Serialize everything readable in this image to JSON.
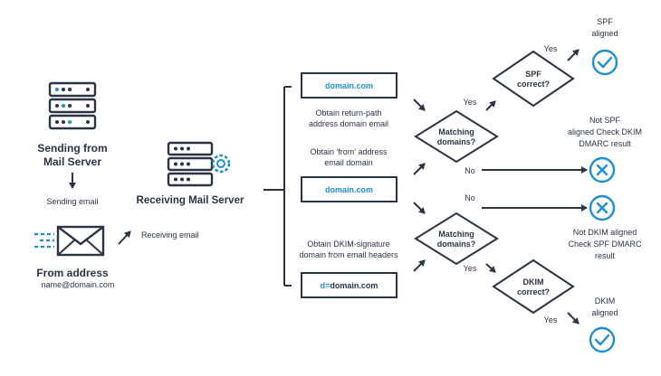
{
  "colors": {
    "ink": "#2b3445",
    "accent": "#1d8fd1",
    "stroke": "#2b3445"
  },
  "sender": {
    "title_line1": "Sending from",
    "title_line2": "Mail Server",
    "icon": "server-icon"
  },
  "receiver": {
    "title": "Receiving Mail Server",
    "icon": "server-gear-icon"
  },
  "from": {
    "title": "From address",
    "email": "name@domain.com",
    "icon": "envelope-icon"
  },
  "labels": {
    "sending_email": "Sending email",
    "receiving_email": "Receiving email"
  },
  "domain_boxes": {
    "top": "domain.com",
    "middle": "domain.com",
    "bottom_prefix": "d=",
    "bottom_domain": "domain.com"
  },
  "steps": {
    "return_path": [
      "Obtain return-path",
      "address domain email"
    ],
    "from_domain": [
      "Obtain 'from' address",
      "email domain"
    ],
    "dkim_domain": [
      "Obtain DKIM-signature",
      "domain from email headers"
    ]
  },
  "decisions": {
    "matching_top": [
      "Matching",
      "domains?"
    ],
    "matching_bottom": [
      "Matching",
      "domains?"
    ],
    "spf": [
      "SPF",
      "correct?"
    ],
    "dkim": [
      "DKIM",
      "correct?"
    ]
  },
  "edges": {
    "yes": "Yes",
    "no": "No"
  },
  "outcomes": {
    "spf_aligned": [
      "SPF",
      "aligned"
    ],
    "not_spf": [
      "Not SPF",
      "aligned Check DKIM",
      "DMARC result"
    ],
    "not_dkim": [
      "Not DKIM aligned",
      "Check SPF DMARC",
      "result"
    ],
    "dkim_aligned": [
      "DKIM",
      "aligned"
    ]
  }
}
